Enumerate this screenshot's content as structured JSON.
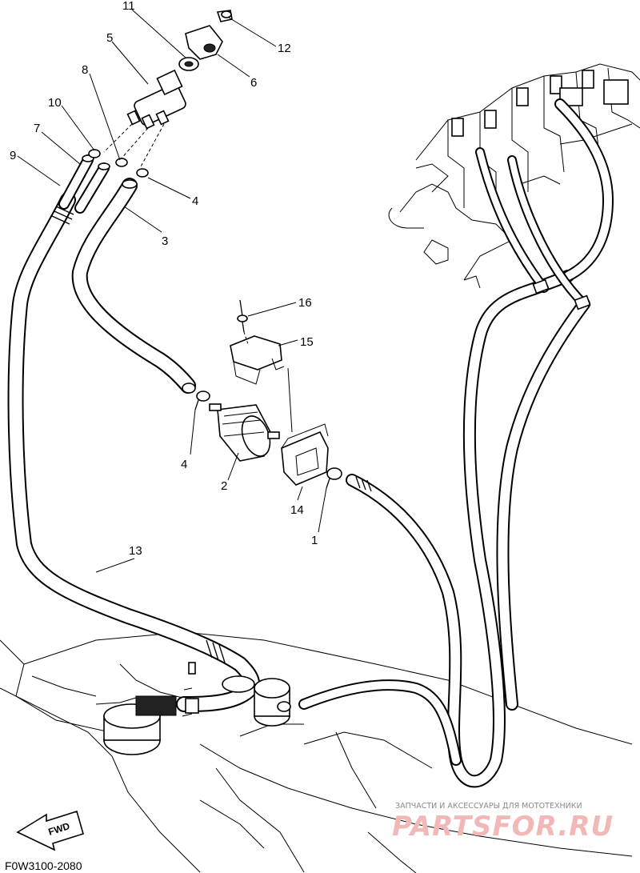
{
  "diagram": {
    "code": "F0W3100-2080",
    "fwd_label": "FWD",
    "callouts": [
      "1",
      "2",
      "3",
      "4",
      "4",
      "5",
      "6",
      "7",
      "8",
      "9",
      "10",
      "11",
      "12",
      "13",
      "14",
      "15",
      "16"
    ]
  },
  "watermark": {
    "top_text": "ЗАПЧАСТИ И АКСЕССУАРЫ ДЛЯ МОТОТЕХНИКИ",
    "logo_text": "PARTSFOR.RU"
  }
}
